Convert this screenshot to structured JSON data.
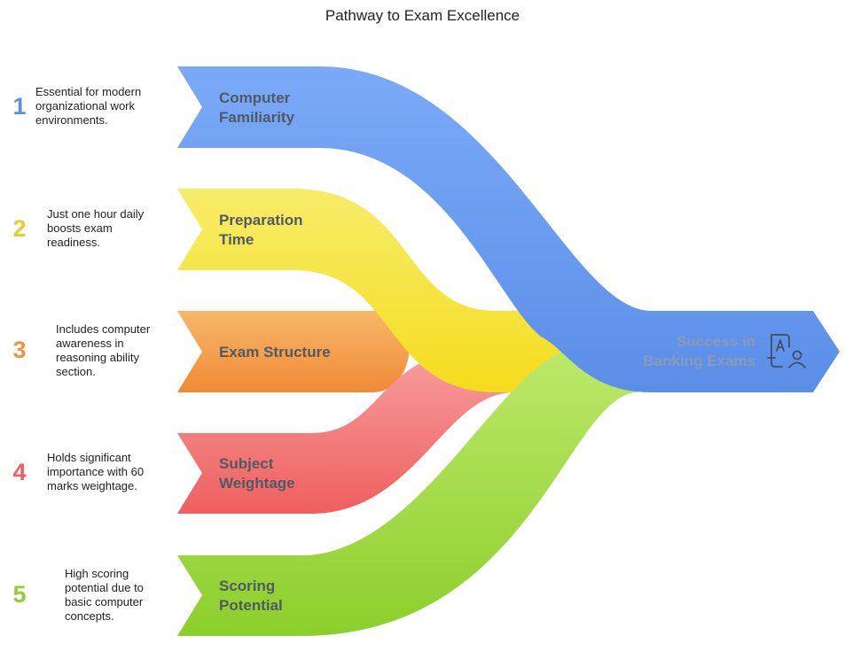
{
  "title": "Pathway to Exam Excellence",
  "items": [
    {
      "number": "1",
      "label": [
        "Computer",
        "Familiarity"
      ],
      "description": [
        "Essential for modern",
        "organizational work",
        "environments."
      ],
      "color": "#6c9ef0"
    },
    {
      "number": "2",
      "label": [
        "Preparation",
        "Time"
      ],
      "description": [
        "Just one hour daily",
        "boosts exam",
        "readiness."
      ],
      "color": "#f0dd3c"
    },
    {
      "number": "3",
      "label": [
        "Exam Structure"
      ],
      "description": [
        "Includes computer",
        "awareness in",
        "reasoning ability",
        "section."
      ],
      "color": "#f2a04a"
    },
    {
      "number": "4",
      "label": [
        "Subject",
        "Weightage"
      ],
      "description": [
        "Holds significant",
        "importance with 60",
        "marks weightage."
      ],
      "color": "#f27070"
    },
    {
      "number": "5",
      "label": [
        "Scoring",
        "Potential"
      ],
      "description": [
        "High scoring",
        "potential due to",
        "basic computer",
        "concepts."
      ],
      "color": "#9cd63a"
    }
  ],
  "target": {
    "label": [
      "Success in",
      "Banking Exams"
    ],
    "icon": "exam-candidate-icon",
    "color": "#5b8ee8"
  }
}
